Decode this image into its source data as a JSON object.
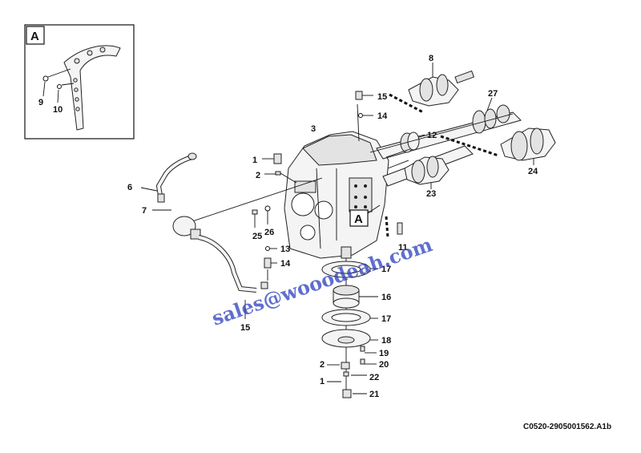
{
  "inset": {
    "letter": "A",
    "callouts": [
      "9",
      "10"
    ]
  },
  "view_marker": "A",
  "callouts": {
    "c1_upper": "1",
    "c2_upper": "2",
    "c3": "3",
    "c6": "6",
    "c7": "7",
    "c8": "8",
    "c11": "11",
    "c12": "12",
    "c13": "13",
    "c14_upper": "14",
    "c14_lower": "14",
    "c15_upper": "15",
    "c15_lower": "15",
    "c16": "16",
    "c17_a": "17",
    "c17_b": "17",
    "c18": "18",
    "c19": "19",
    "c20": "20",
    "c2_lower": "2",
    "c22": "22",
    "c1_lower": "1",
    "c21": "21",
    "c23": "23",
    "c24": "24",
    "c25": "25",
    "c26": "26",
    "c27": "27"
  },
  "watermark": "sales@wooodeah.com",
  "drawing_code": "C0520-2905001562.A1b"
}
